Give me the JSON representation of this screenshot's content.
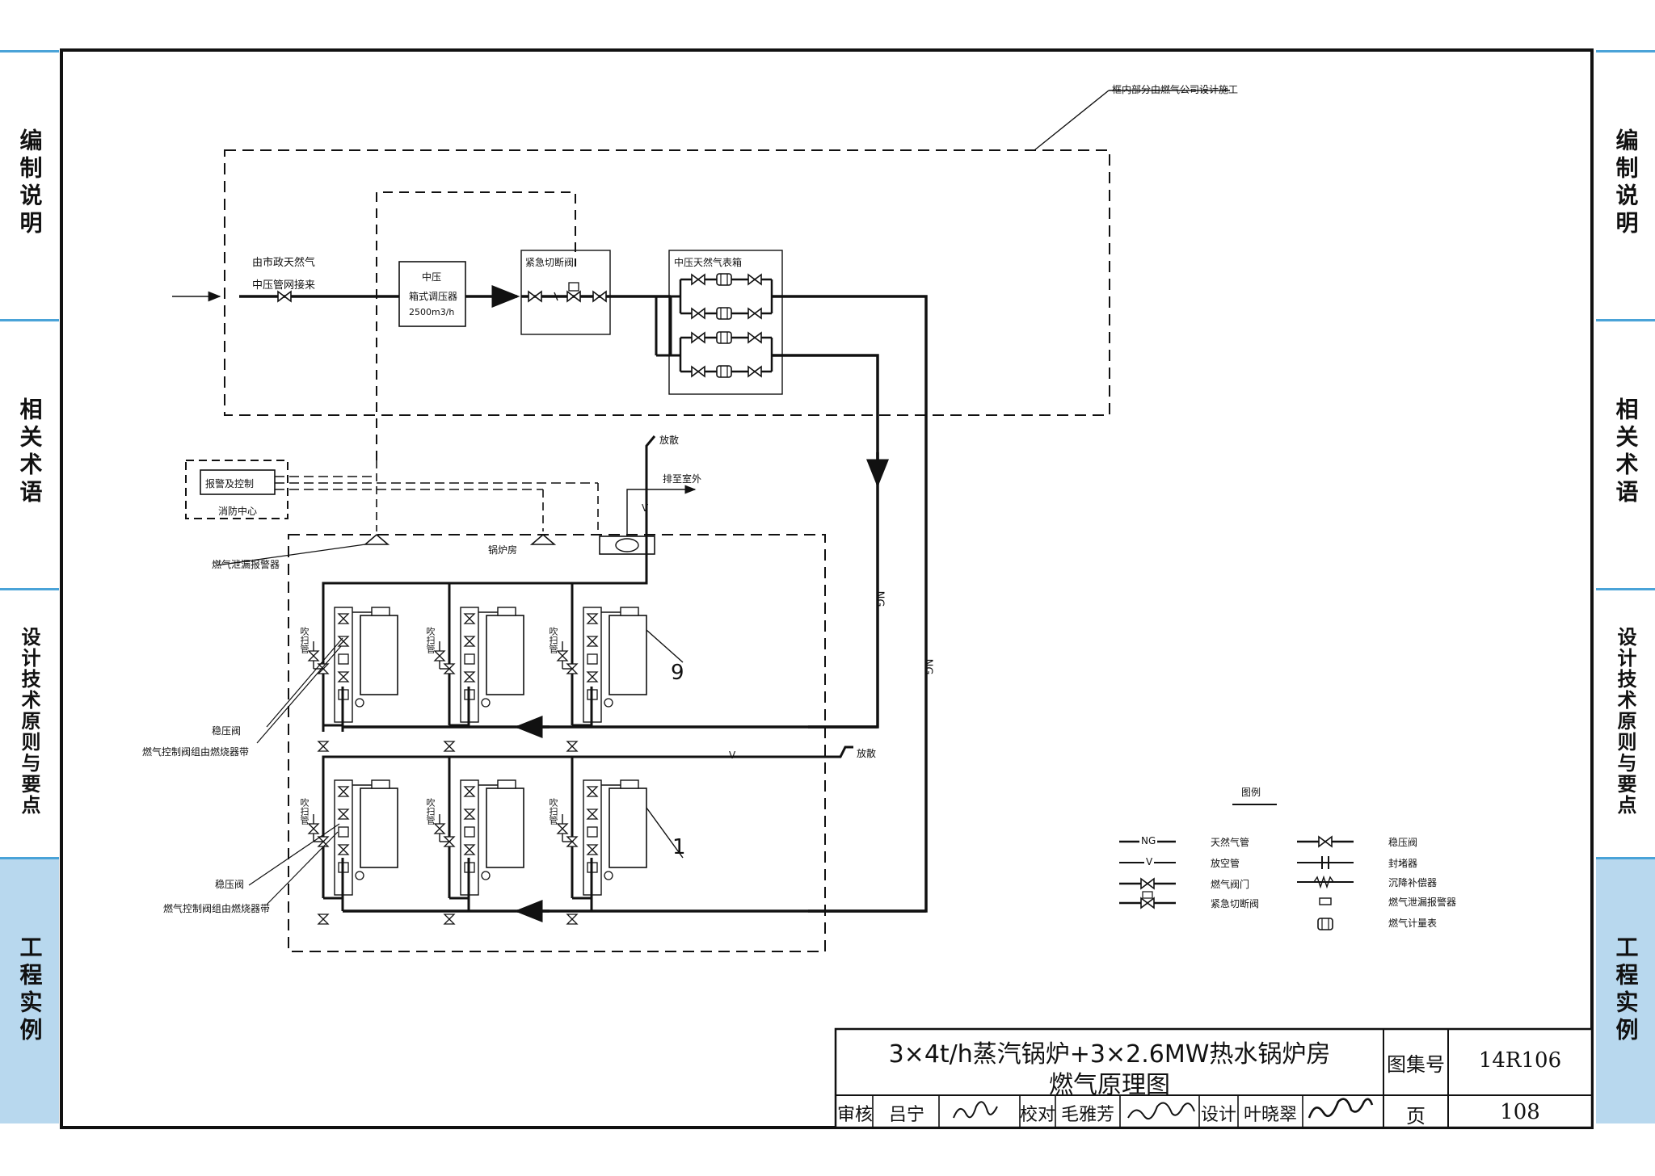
{
  "side_tabs": [
    "编制说明",
    "相关术语",
    "设计技术原则与要点",
    "工程实例"
  ],
  "labels": {
    "gas_company_note": "框内部分由燃气公司设计施工",
    "source_line1": "由市政天然气",
    "source_line2": "中压管网接来",
    "regulator_line1": "中压",
    "regulator_line2": "箱式调压器",
    "regulator_line3": "2500m3/h",
    "emergency_valve": "紧急切断阀",
    "meter_group": "中压天然气表箱",
    "vent_top": "放散",
    "exhaust_out": "排至室外",
    "alarm_control": "报警及控制",
    "fire_center": "消防中心",
    "boiler_room": "锅炉房",
    "gas_leak_alarm": "燃气泄漏报警器",
    "stabilizer_1": "稳压阀",
    "control_group_1": "燃气控制阀组由燃烧器带",
    "stabilizer_2": "稳压阀",
    "control_group_2": "燃气控制阀组由燃烧器带",
    "vent_mid": "放散",
    "purge": "吹扫管",
    "callout_9": "9",
    "callout_1": "1",
    "pipe_ng": "NG",
    "pipe_v": "V"
  },
  "legend": {
    "title": "图例",
    "items_left": [
      {
        "symbol": "NG",
        "label": "天然气管"
      },
      {
        "symbol": "V",
        "label": "放空管"
      },
      {
        "symbol": "valve",
        "label": "燃气阀门"
      },
      {
        "symbol": "solenoid",
        "label": "紧急切断阀"
      }
    ],
    "items_right": [
      {
        "symbol": "stabilizer",
        "label": "稳压阀"
      },
      {
        "symbol": "blind",
        "label": "封堵器"
      },
      {
        "symbol": "bellows",
        "label": "沉降补偿器"
      },
      {
        "symbol": "detector",
        "label": "燃气泄漏报警器"
      },
      {
        "symbol": "meter",
        "label": "燃气计量表"
      }
    ]
  },
  "title_block": {
    "title_line1": "3×4t/h蒸汽锅炉+3×2.6MW热水锅炉房",
    "title_line2": "燃气原理图",
    "atlas_label": "图集号",
    "atlas_no": "14R106",
    "page_label": "页",
    "page_no": "108",
    "review_label": "审核",
    "review_name": "吕宁",
    "check_label": "校对",
    "check_name": "毛雅芳",
    "design_label": "设计",
    "design_name": "叶晓翠"
  }
}
